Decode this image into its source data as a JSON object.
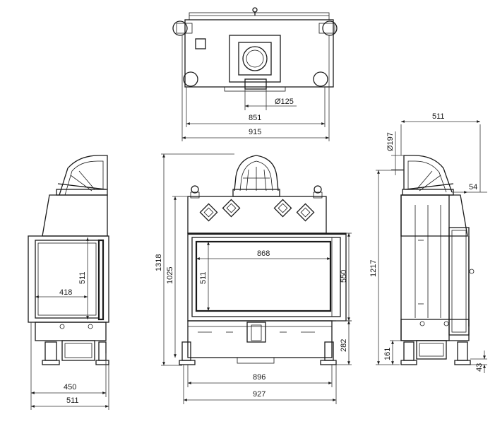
{
  "dimensions": {
    "top_view": {
      "diameter": "Ø125",
      "inner_width": "851",
      "outer_width": "915"
    },
    "left_view": {
      "window_height": "511",
      "window_width": "418",
      "base_width": "450",
      "total_width": "511"
    },
    "front_view": {
      "total_height": "1318",
      "body_height": "1025",
      "glass_height": "511",
      "glass_width": "868",
      "opening_height": "550",
      "base_height": "282",
      "inner_width": "896",
      "total_width": "927"
    },
    "right_view": {
      "depth": "511",
      "diameter": "Ø197",
      "offset": "54",
      "total_height": "1217",
      "base_height": "161",
      "foot_height": "43"
    }
  }
}
